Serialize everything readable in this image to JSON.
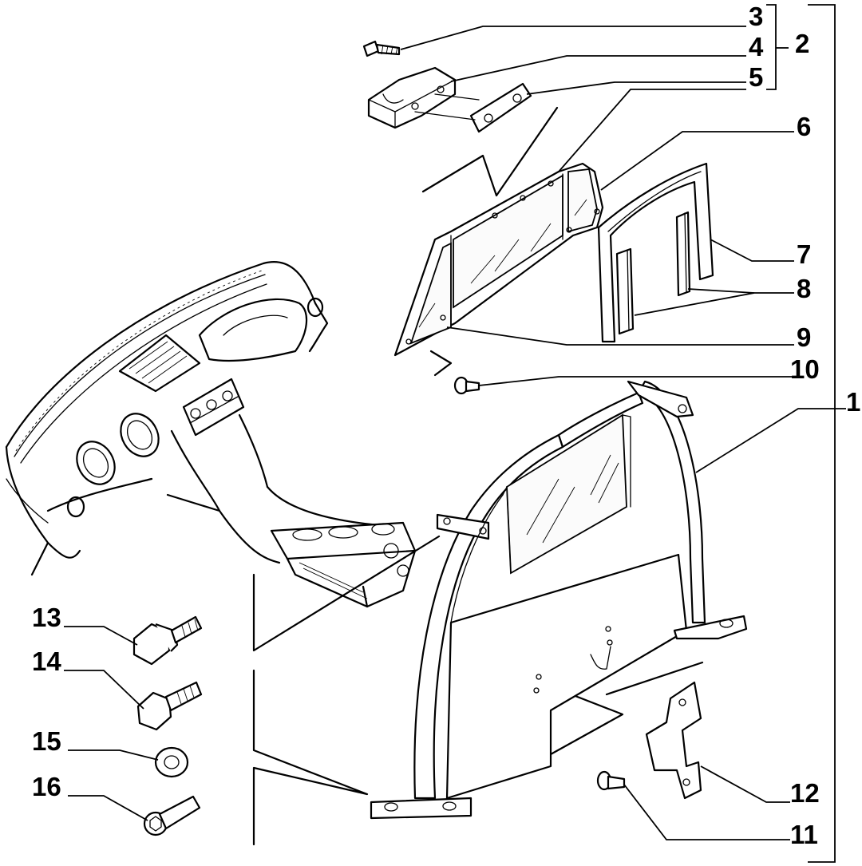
{
  "callouts": [
    {
      "id": "1",
      "label": "1"
    },
    {
      "id": "2",
      "label": "2"
    },
    {
      "id": "3",
      "label": "3"
    },
    {
      "id": "4",
      "label": "4"
    },
    {
      "id": "5",
      "label": "5"
    },
    {
      "id": "6",
      "label": "6"
    },
    {
      "id": "7",
      "label": "7"
    },
    {
      "id": "8",
      "label": "8"
    },
    {
      "id": "9",
      "label": "9"
    },
    {
      "id": "10",
      "label": "10"
    },
    {
      "id": "11",
      "label": "11"
    },
    {
      "id": "12",
      "label": "12"
    },
    {
      "id": "13",
      "label": "13"
    },
    {
      "id": "14",
      "label": "14"
    },
    {
      "id": "15",
      "label": "15"
    },
    {
      "id": "16",
      "label": "16"
    }
  ],
  "parts": [
    "dashboard-console",
    "windbreak-frame",
    "glass-panel",
    "panel-seal",
    "seal-strips",
    "bracket-block",
    "clamp-plate",
    "screw",
    "side-bracket",
    "flange-bolt",
    "hex-bolt",
    "washer",
    "socket-bolt",
    "clip-screw"
  ]
}
